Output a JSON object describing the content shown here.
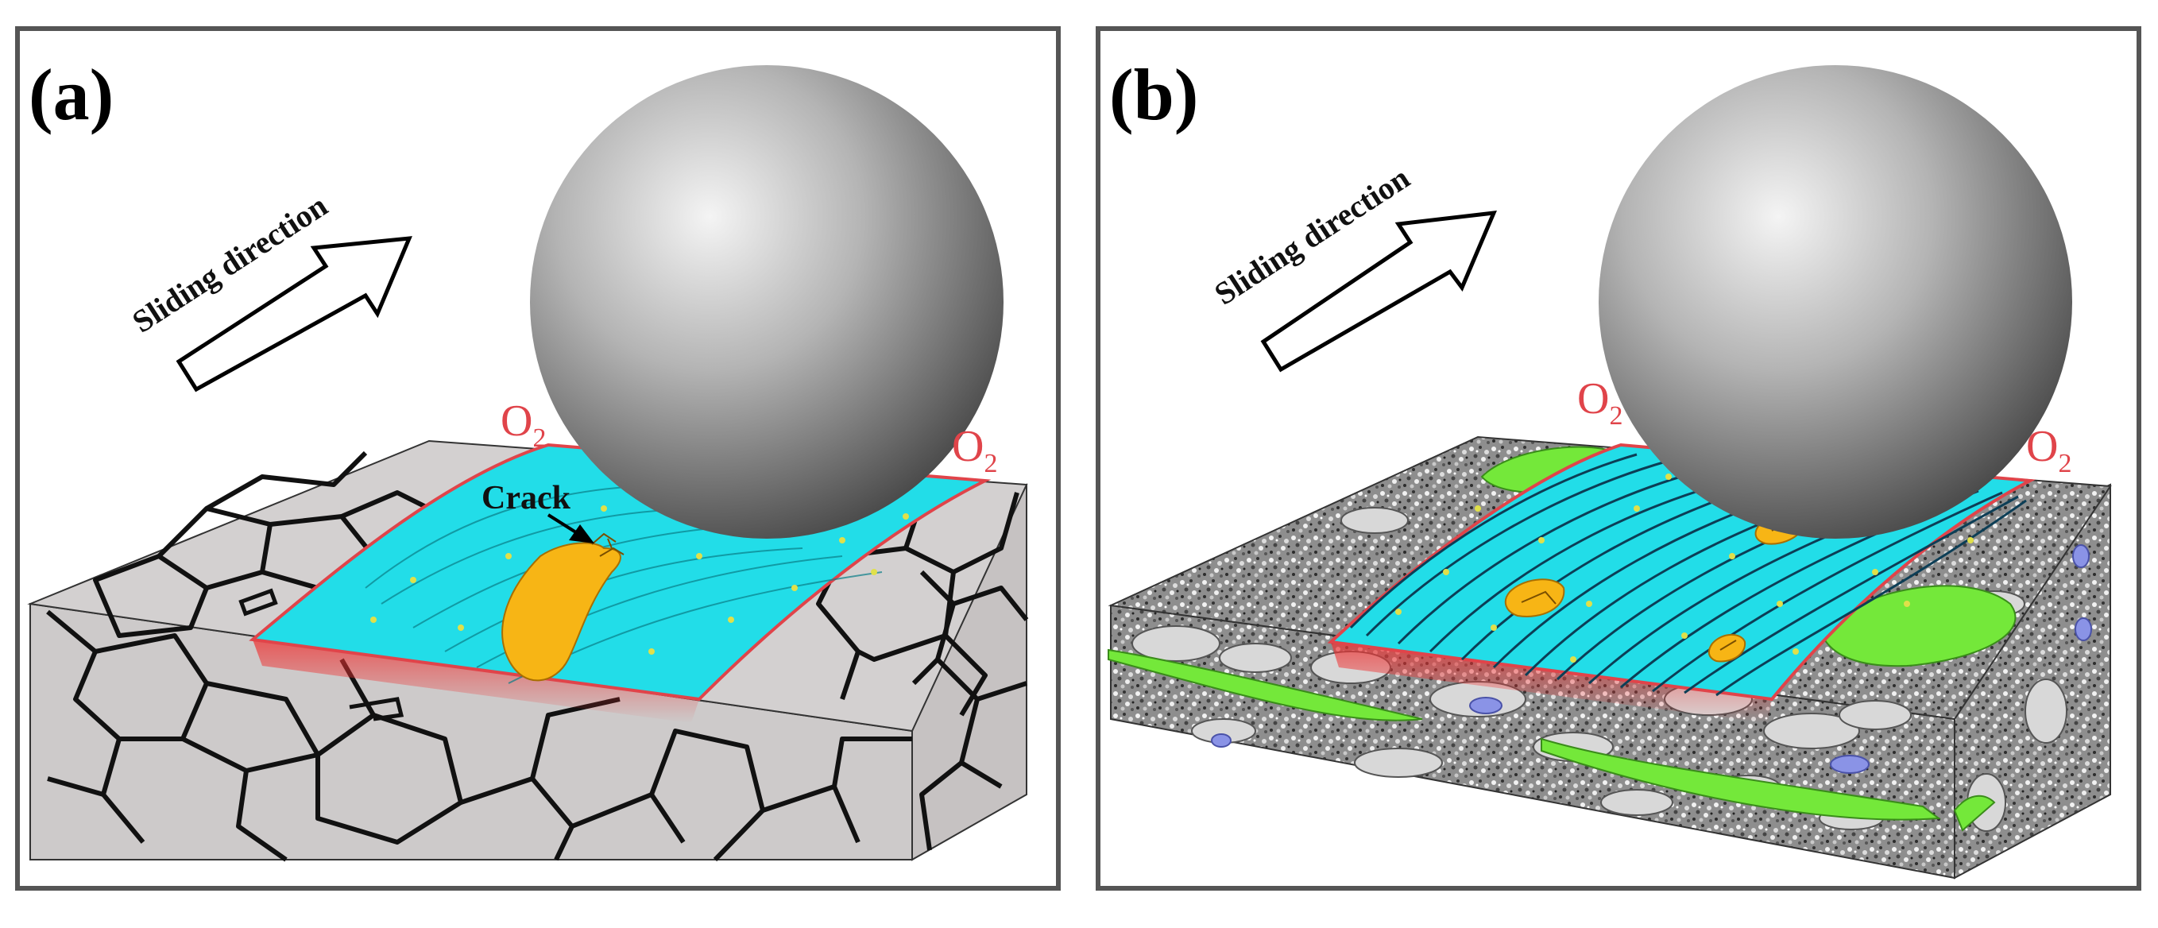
{
  "panels": [
    {
      "label": "(a)",
      "arrow_label": "Sliding direction",
      "oxygen_left": "O",
      "oxygen_right": "O",
      "oxygen_subscript": "2",
      "annotation": "Crack"
    },
    {
      "label": "(b)",
      "arrow_label": "Sliding direction",
      "oxygen_left": "O",
      "oxygen_right": "O",
      "oxygen_subscript": "2"
    }
  ],
  "colors": {
    "frame": "#555555",
    "wear_track": "#22dde8",
    "oxide": "#f7b515",
    "oxygen_text": "#e0444a",
    "grain_fill": "#cdcaca",
    "grain_border": "#111111",
    "green_phase": "#74e83a",
    "blue_phase": "#8a93e6"
  }
}
